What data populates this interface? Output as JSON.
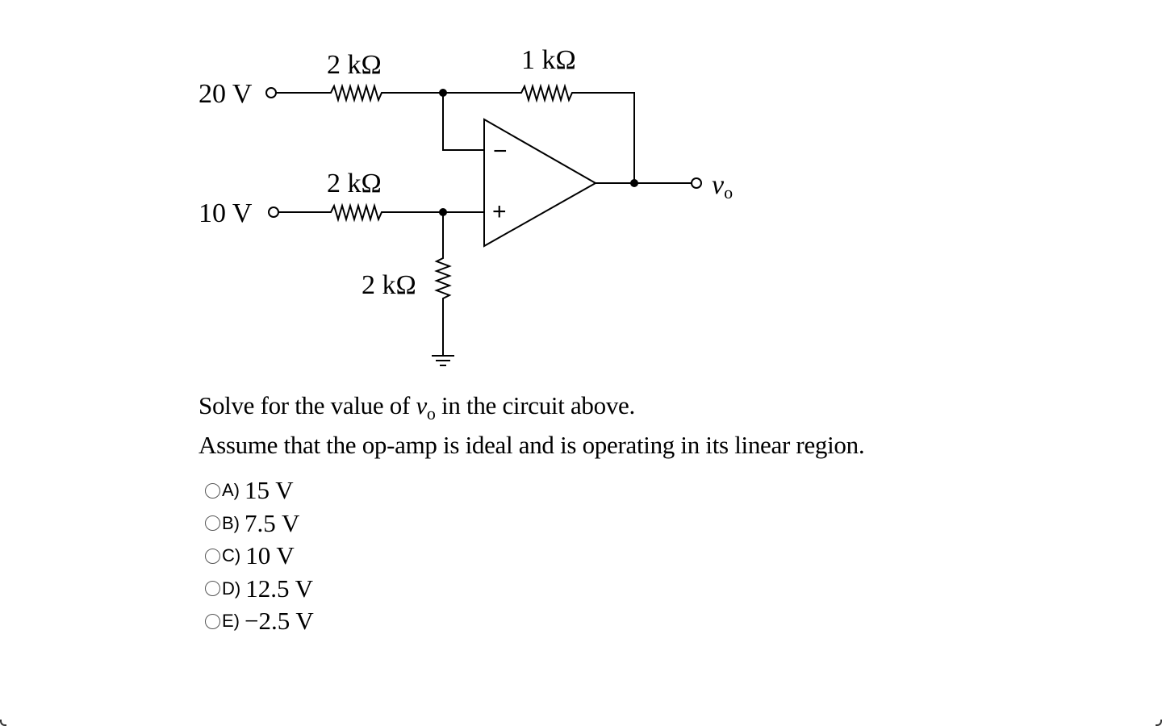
{
  "circuit": {
    "source_top_label": "20 V",
    "source_bottom_label": "10 V",
    "resistor_top_label": "2 kΩ",
    "resistor_feedback_label": "1 kΩ",
    "resistor_bottom_label": "2 kΩ",
    "resistor_ground_label": "2 kΩ",
    "opamp_minus": "−",
    "opamp_plus": "+",
    "output_label": "v",
    "output_sub": "o"
  },
  "question": {
    "line1_before": "Solve for the value of ",
    "var": "v",
    "var_sub": "o",
    "line1_after": " in the circuit above.",
    "line2": "Assume that the op-amp is ideal and is operating in its linear region."
  },
  "options": [
    {
      "letter": "A)",
      "value": "15 V"
    },
    {
      "letter": "B)",
      "value": "7.5 V"
    },
    {
      "letter": "C)",
      "value": "10 V"
    },
    {
      "letter": "D)",
      "value": "12.5 V"
    },
    {
      "letter": "E)",
      "value": "−2.5 V"
    }
  ]
}
